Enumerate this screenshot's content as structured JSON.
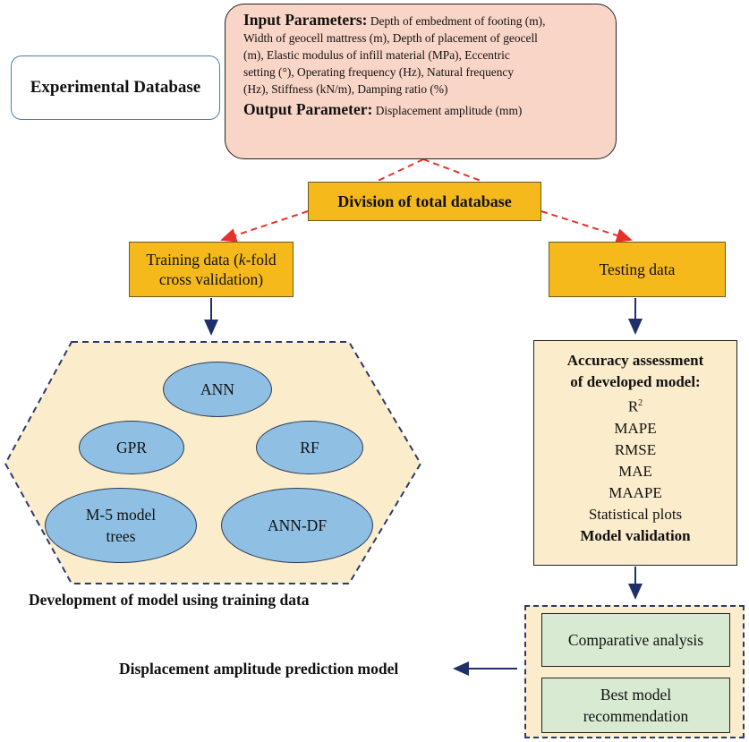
{
  "experimental_database": "Experimental Database",
  "parameters": {
    "input_heading": "Input Parameters:",
    "input_lines": [
      "Depth of embedment of footing (m),",
      "Width of geocell mattress (m), Depth of placement of geocell",
      "(m), Elastic modulus of infill material (MPa), Eccentric",
      "setting (°), Operating frequency (Hz), Natural frequency",
      "(Hz), Stiffness (kN/m), Damping ratio (%)"
    ],
    "output_heading": "Output Parameter:",
    "output_text": "Displacement amplitude (mm)"
  },
  "division": "Division of total database",
  "training": {
    "prefix": "Training data (",
    "k": "k",
    "suffix": "-fold",
    "line2": "cross validation)"
  },
  "testing": "Testing data",
  "models": {
    "ann": "ANN",
    "gpr": "GPR",
    "rf": "RF",
    "m5_line1": "M-5 model",
    "m5_line2": "trees",
    "ann_df": "ANN-DF"
  },
  "development_label": "Development of model using training data",
  "accuracy": {
    "heading_line1": "Accuracy assessment",
    "heading_line2": "of developed model:",
    "r_base": "R",
    "r_sup": "2",
    "metrics": [
      "MAPE",
      "RMSE",
      "MAE",
      "MAAPE",
      "Statistical plots"
    ],
    "validation": "Model validation"
  },
  "comparative": "Comparative analysis",
  "best_line1": "Best model",
  "best_line2": "recommendation",
  "prediction_label": "Displacement amplitude prediction model",
  "colors": {
    "orange": "#f6b91b",
    "pink": "#f9d5c7",
    "cream": "#fbeccc",
    "blue": "#8fc0e4",
    "green": "#d8ead2",
    "arrow_red": "#e8302a",
    "arrow_navy": "#1f2f6a"
  }
}
